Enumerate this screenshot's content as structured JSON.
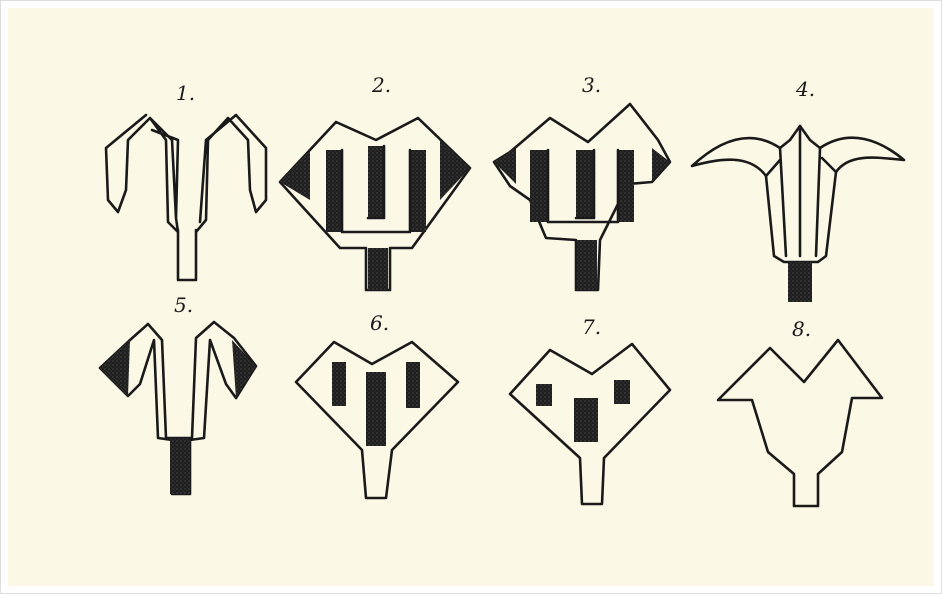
{
  "colors": {
    "paper": "#fbf9e6",
    "ink": "#1a1a1a",
    "border": "#dcdcdc"
  },
  "figures": [
    {
      "label": "1.",
      "shape": "open-trident-outline"
    },
    {
      "label": "2.",
      "shape": "heart-trident-filled-corners"
    },
    {
      "label": "3.",
      "shape": "heart-trident-stepped"
    },
    {
      "label": "4.",
      "shape": "tulip-trident"
    },
    {
      "label": "5.",
      "shape": "trident-dark-wings"
    },
    {
      "label": "6.",
      "shape": "diamond-three-bars"
    },
    {
      "label": "7.",
      "shape": "diamond-face"
    },
    {
      "label": "8.",
      "shape": "arrow-outline"
    }
  ]
}
